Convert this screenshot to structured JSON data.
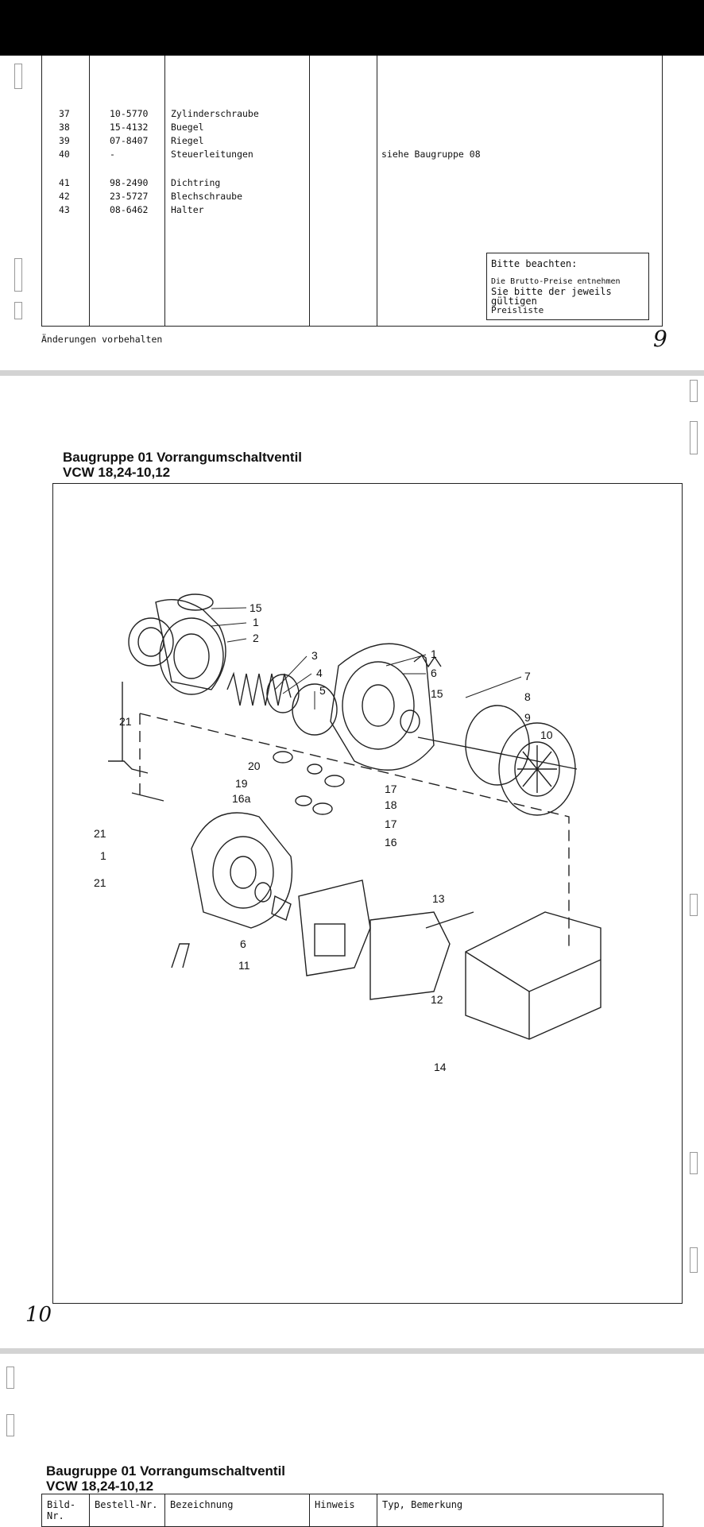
{
  "page1": {
    "rows": [
      {
        "nr": "37",
        "bestell": "10-5770",
        "bez": "Zylinderschraube",
        "bem": ""
      },
      {
        "nr": "38",
        "bestell": "15-4132",
        "bez": "Buegel",
        "bem": ""
      },
      {
        "nr": "39",
        "bestell": "07-8407",
        "bez": "Riegel",
        "bem": ""
      },
      {
        "nr": "40",
        "bestell": "-",
        "bez": "Steuerleitungen",
        "bem": "siehe Baugruppe 08"
      },
      {
        "nr": "41",
        "bestell": "98-2490",
        "bez": "Dichtring",
        "bem": ""
      },
      {
        "nr": "42",
        "bestell": "23-5727",
        "bez": "Blechschraube",
        "bem": ""
      },
      {
        "nr": "43",
        "bestell": "08-6462",
        "bez": "Halter",
        "bem": ""
      }
    ],
    "note_title": "Bitte beachten:",
    "note_line1": "Die Brutto-Preise entnehmen",
    "note_line2": "Sie bitte der jeweils gültigen",
    "note_line3": "Preisliste",
    "footer": "Änderungen vorbehalten",
    "page_number": "9"
  },
  "page2": {
    "title_line1": "Baugruppe 01 Vorrangumschaltventil",
    "title_line2": "VCW 18,24-10,12",
    "page_number": "10",
    "callouts": [
      "15",
      "1",
      "2",
      "3",
      "4",
      "5",
      "1",
      "6",
      "15",
      "7",
      "8",
      "9",
      "10",
      "21",
      "20",
      "19",
      "16a",
      "17",
      "18",
      "17",
      "16",
      "21",
      "1",
      "21",
      "13",
      "6",
      "11",
      "12",
      "14"
    ]
  },
  "page3": {
    "title_line1": "Baugruppe 01 Vorrangumschaltventil",
    "title_line2": "VCW 18,24-10,12",
    "headers": [
      "Bild-\nNr.",
      "Bestell-Nr.",
      "Bezeichnung",
      "Hinweis",
      "Typ, Bemerkung"
    ]
  }
}
